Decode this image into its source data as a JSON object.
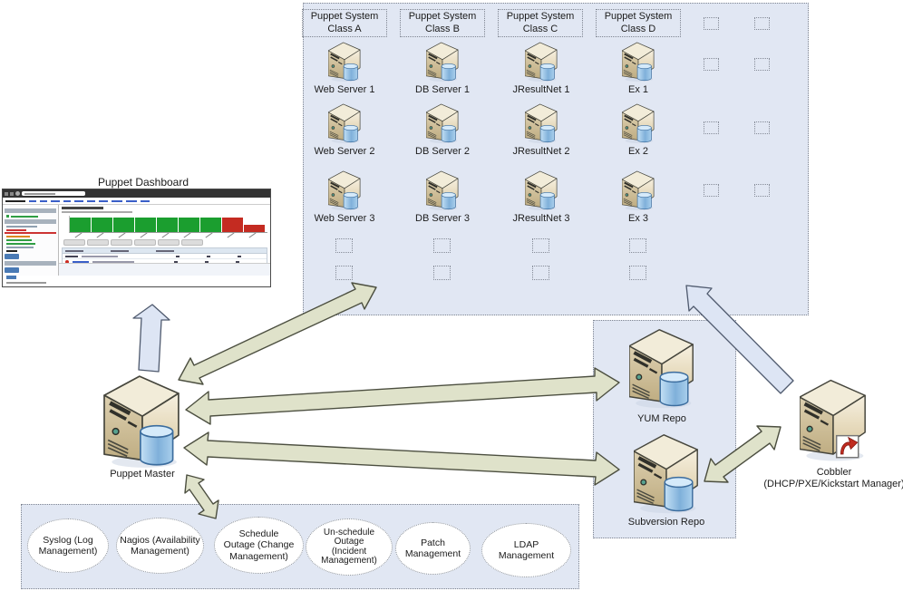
{
  "dashboard": {
    "label": "Puppet Dashboard",
    "chart": {
      "type": "bar",
      "description": "node run status bars",
      "bars": [
        {
          "color": "#1b9e2f",
          "h": 16
        },
        {
          "color": "#1b9e2f",
          "h": 16
        },
        {
          "color": "#1b9e2f",
          "h": 16
        },
        {
          "color": "#1b9e2f",
          "h": 16
        },
        {
          "color": "#1b9e2f",
          "h": 16
        },
        {
          "color": "#1b9e2f",
          "h": 16
        },
        {
          "color": "#1b9e2f",
          "h": 16
        },
        {
          "color": "#c42b21",
          "h": 16
        },
        {
          "color": "#c42b21",
          "h": 8
        }
      ]
    }
  },
  "puppet_classes": {
    "columns": [
      {
        "header": "Puppet System\nClass A",
        "servers": [
          "Web Server 1",
          "Web Server 2",
          "Web Server 3"
        ]
      },
      {
        "header": "Puppet System\nClass B",
        "servers": [
          "DB Server 1",
          "DB Server 2",
          "DB Server 3"
        ]
      },
      {
        "header": "Puppet System\nClass C",
        "servers": [
          "JResultNet 1",
          "JResultNet 2",
          "JResultNet 3"
        ]
      },
      {
        "header": "Puppet System\nClass D",
        "servers": [
          "Ex 1",
          "Ex 2",
          "Ex 3"
        ]
      }
    ]
  },
  "nodes": {
    "puppet_master": "Puppet Master",
    "yum_repo": "YUM Repo",
    "subversion_repo": "Subversion Repo",
    "cobbler": "Cobbler\n(DHCP/PXE/Kickstart Manager)"
  },
  "itil_services": [
    "Syslog (Log\nManagement)",
    "Nagios (Availability\nManagement)",
    "Schedule\nOutage (Change\nManagement)",
    "Un-schedule\nOutage\n(Incident\nManagement)",
    "Patch\nManagement",
    "LDAP\nManagement"
  ],
  "colors": {
    "region_bg": "#e1e7f3",
    "arrow_beige": "#dfe2ca",
    "arrow_beige_stroke": "#4c4f40",
    "arrow_blue": "#dde5f4",
    "arrow_blue_stroke": "#4f5a6e",
    "bar_green": "#1b9e2f",
    "bar_red": "#c42b21"
  }
}
